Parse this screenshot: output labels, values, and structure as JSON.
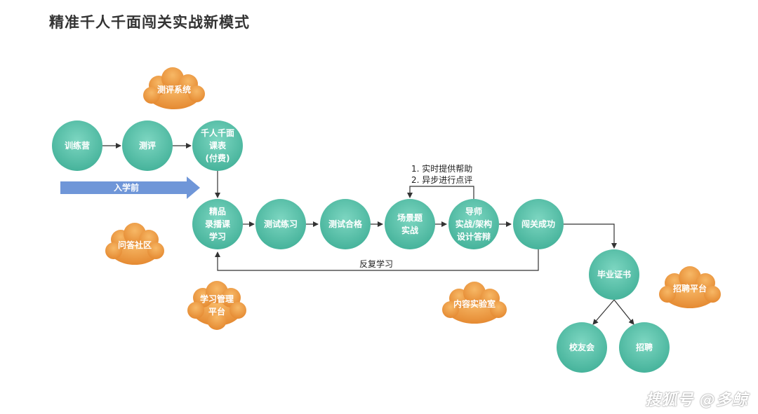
{
  "title": "精准千人千面闯关实战新模式",
  "nodes": {
    "training_camp": [
      "训练营"
    ],
    "assessment": [
      "测评"
    ],
    "custom_course": [
      "千人千面",
      "课表",
      "(付费)"
    ],
    "recorded_course": [
      "精品",
      "录播课",
      "学习"
    ],
    "test_practice": [
      "测试练习"
    ],
    "test_pass": [
      "测试合格"
    ],
    "scenario": [
      "场景题",
      "实战"
    ],
    "mentor": [
      "导师",
      "实战/架构",
      "设计答辩"
    ],
    "success": [
      "闯关成功"
    ],
    "graduation": [
      "毕业证书"
    ],
    "alumni": [
      "校友会"
    ],
    "recruit": [
      "招聘"
    ]
  },
  "clouds": {
    "assessment_system": [
      "测评系统"
    ],
    "qa_community": [
      "问答社区"
    ],
    "learning_mgmt": [
      "学习管理",
      "平台"
    ],
    "content_lab": [
      "内容实验室"
    ],
    "recruit_platform": [
      "招聘平台"
    ]
  },
  "labels": {
    "pre_study": "入学前",
    "help_1": "1. 实时提供帮助",
    "help_2": "2. 异步进行点评",
    "repeat": "反复学习"
  },
  "watermark": "搜狐号 @多鲸",
  "colors": {
    "node": "#5ec4ae",
    "cloud": "#f0a04b",
    "arrow_bar": "#6f96d8",
    "line": "#333333"
  }
}
